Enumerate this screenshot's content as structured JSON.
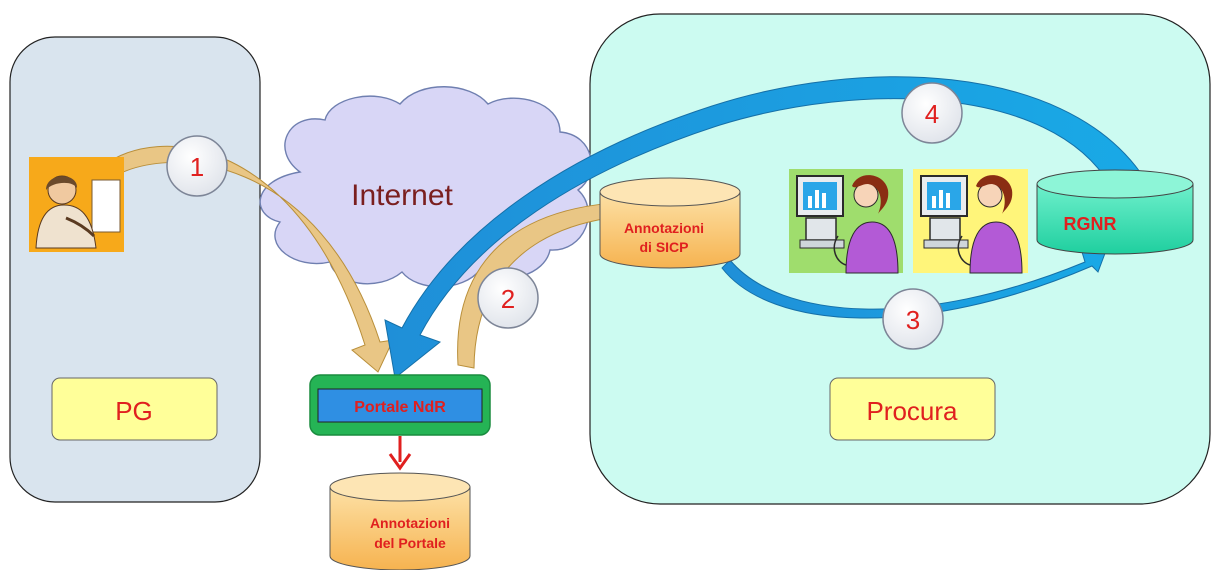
{
  "regions": {
    "left": {
      "label": "PG"
    },
    "right": {
      "label": "Procura"
    }
  },
  "cloud": {
    "label": "Internet"
  },
  "portal": {
    "label": "Portale NdR"
  },
  "databases": {
    "sicp": {
      "line1": "Annotazioni",
      "line2": "di SICP"
    },
    "portale": {
      "line1": "Annotazioni",
      "line2": "del Portale"
    },
    "rgnr": {
      "label": "RGNR"
    }
  },
  "steps": [
    "1",
    "2",
    "3",
    "4"
  ],
  "colors": {
    "left_panel": "#d9e4ee",
    "right_panel": "#ccfbf1",
    "cloud": "#d8d6f6",
    "label_box": "#ffff99",
    "db_orange": "#fcc56a",
    "db_teal": "#33e0b2",
    "arrow_blue": "#1aa3df",
    "arrow_tan": "#e9c685",
    "text_red": "#e0201f",
    "portal_green": "#25b455",
    "portal_blue": "#2f8fe3"
  },
  "icons": [
    "man-at-computer-icon",
    "woman-at-computer-icon",
    "woman-at-computer-icon"
  ]
}
